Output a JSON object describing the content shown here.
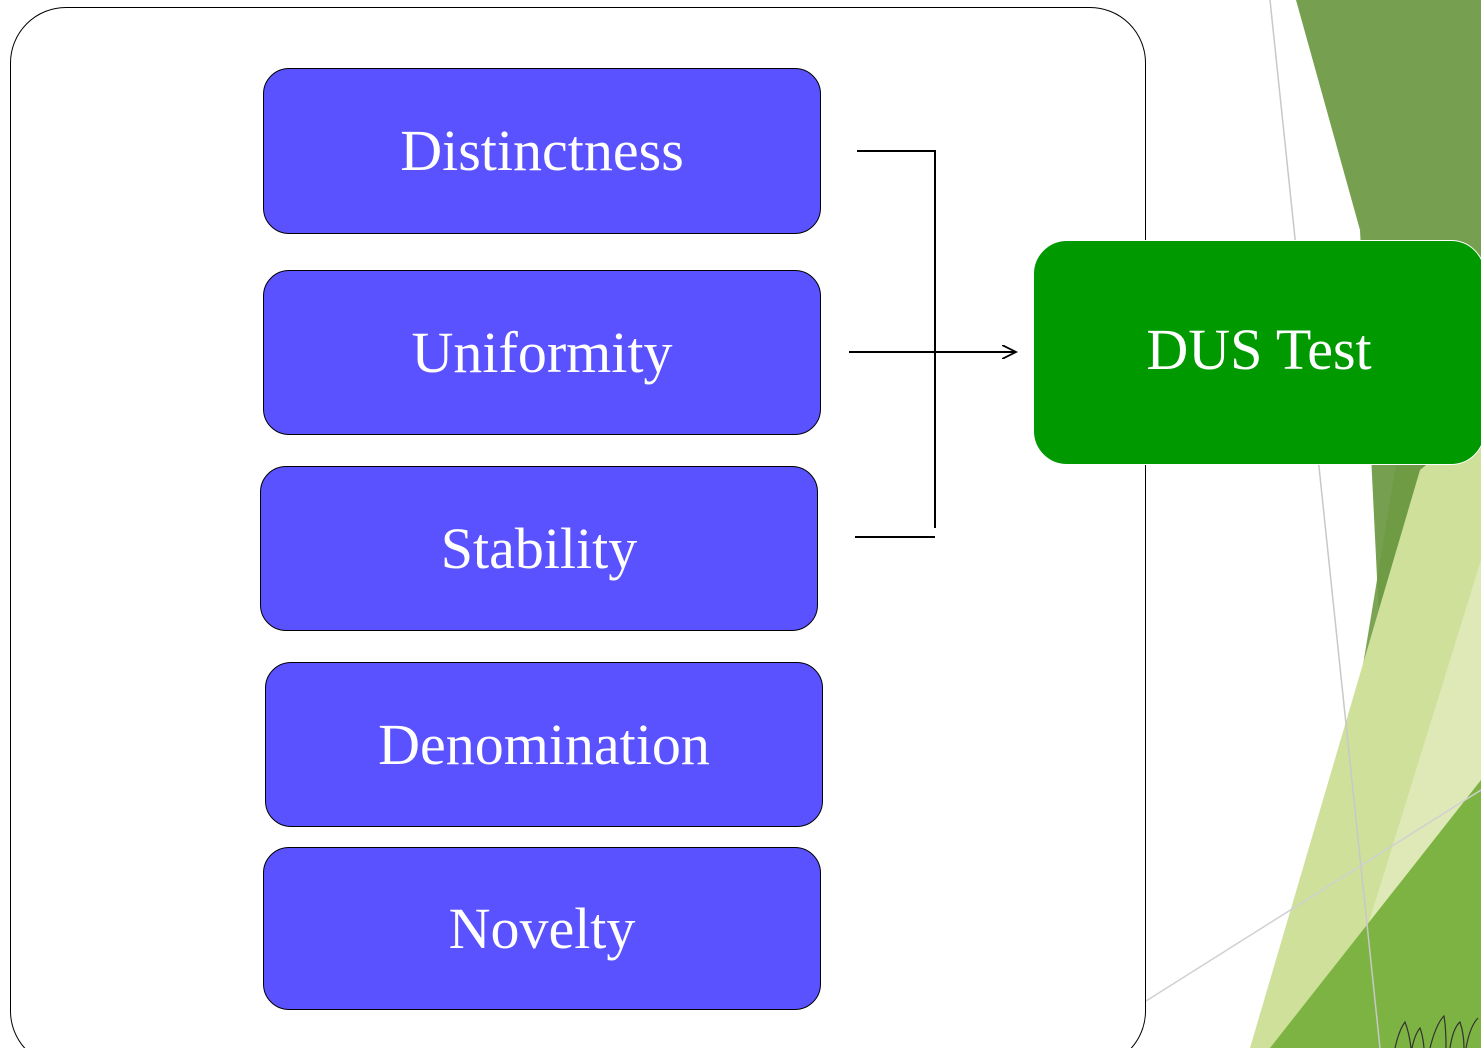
{
  "diagram": {
    "criteria": [
      {
        "id": "distinctness",
        "label": "Distinctness"
      },
      {
        "id": "uniformity",
        "label": "Uniformity"
      },
      {
        "id": "stability",
        "label": "Stability"
      },
      {
        "id": "denomination",
        "label": "Denomination"
      },
      {
        "id": "novelty",
        "label": "Novelty"
      }
    ],
    "result": {
      "label": "DUS Test"
    },
    "links": [
      {
        "from": "distinctness",
        "to": "DUS Test"
      },
      {
        "from": "uniformity",
        "to": "DUS Test"
      },
      {
        "from": "stability",
        "to": "DUS Test"
      }
    ]
  },
  "colors": {
    "criteria_fill": "#5a52ff",
    "result_fill": "#009900",
    "theme_dark_green": "#76a04f",
    "theme_light_green": "#cfe09a"
  }
}
